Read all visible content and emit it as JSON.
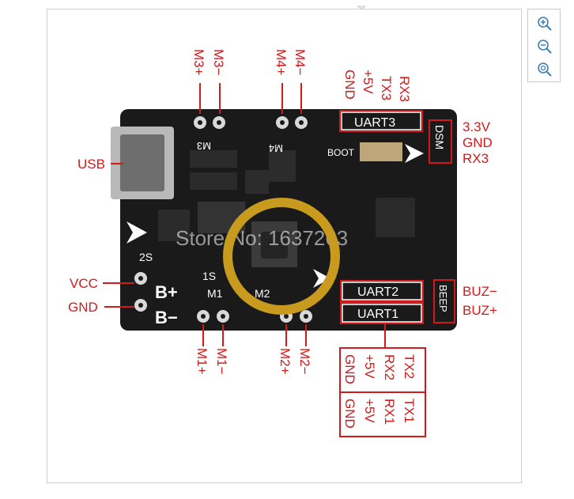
{
  "viewer": {
    "zoom_in_icon": "zoom-in-icon",
    "zoom_out_icon": "zoom-out-icon",
    "zoom_reset_icon": "zoom-reset-icon"
  },
  "image": {
    "labels_left": {
      "usb": "USB",
      "vcc": "VCC",
      "gnd": "GND"
    },
    "labels_top": {
      "m3p": "M3+",
      "m3m": "M3−",
      "m4p": "M4+",
      "m4m": "M4−",
      "gnd": "GND",
      "v5": "+5V",
      "tx3": "TX3",
      "rx3": "RX3"
    },
    "labels_right": {
      "v33": "3.3V",
      "gnd": "GND",
      "rx3": "RX3",
      "buzm": "BUZ−",
      "buzp": "BUZ+"
    },
    "labels_bottom": {
      "m1p": "M1+",
      "m1m": "M1−",
      "m2p": "M2+",
      "m2m": "M2−"
    },
    "uart_table": {
      "row1": [
        "GND",
        "+5V",
        "RX2",
        "TX2"
      ],
      "row2": [
        "GND",
        "+5V",
        "RX1",
        "TX1"
      ]
    },
    "silkscreen": {
      "uart3": "UART3",
      "uart2": "UART2",
      "uart1": "UART1",
      "dsm": "DSM",
      "beep": "BEEP",
      "bplus": "B+",
      "bminus": "B−",
      "m1": "M1",
      "m2": "M2",
      "m3": "M3",
      "m4": "M4",
      "two_s": "2S",
      "one_s": "1S",
      "boot": "BOOT",
      "watermark": "Store No: 1637263"
    },
    "colors": {
      "pcb": "#1a1a1a",
      "label_red": "#d21a1a",
      "ring": "#c89b1e"
    }
  }
}
